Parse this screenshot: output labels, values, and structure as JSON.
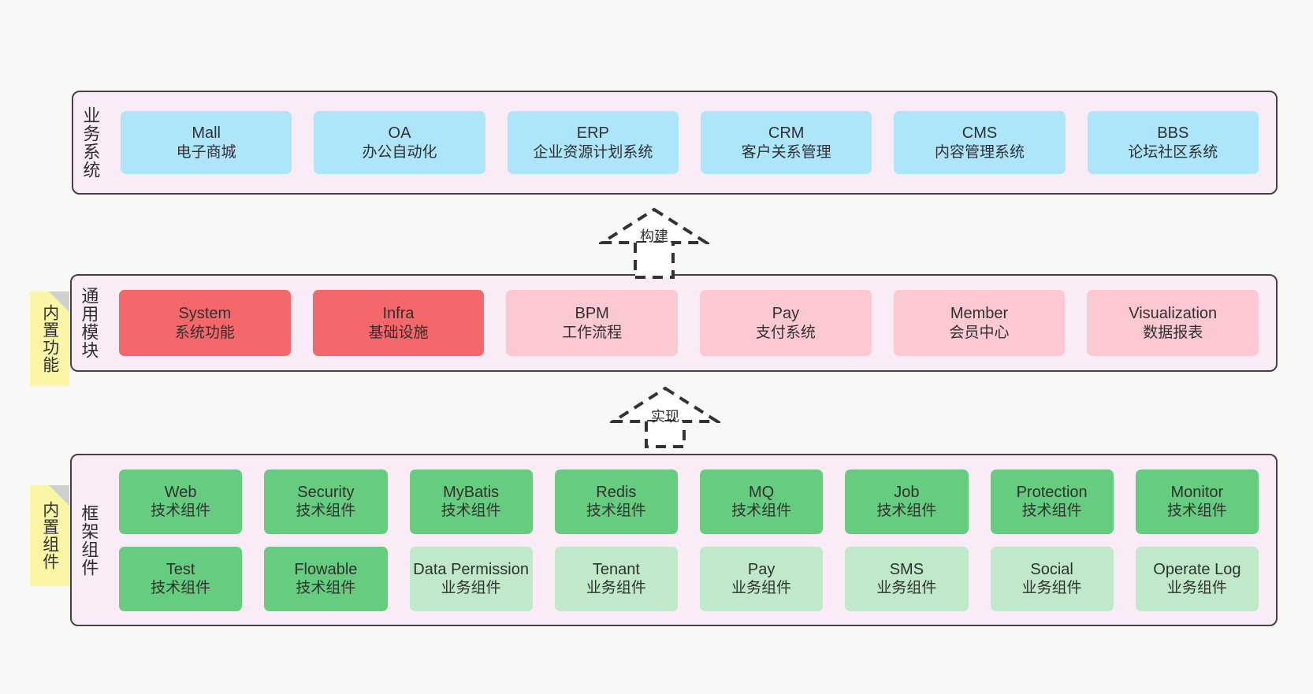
{
  "diagram": {
    "background": "#f8f8f7",
    "panel_bg": "#f9ecf6",
    "panel_border": "#4a3f46",
    "sticky_bg": "#faf6a5",
    "colors": {
      "blue": "#ade5fb",
      "red": "#f4676b",
      "pink": "#fcc9d2",
      "green": "#66cc7f",
      "light_green": "#bfe9c8"
    }
  },
  "layers": {
    "business": {
      "title": "业务系统",
      "cards": [
        {
          "title": "Mall",
          "sub": "电子商城",
          "color": "blue"
        },
        {
          "title": "OA",
          "sub": "办公自动化",
          "color": "blue"
        },
        {
          "title": "ERP",
          "sub": "企业资源计划系统",
          "color": "blue"
        },
        {
          "title": "CRM",
          "sub": "客户关系管理",
          "color": "blue"
        },
        {
          "title": "CMS",
          "sub": "内容管理系统",
          "color": "blue"
        },
        {
          "title": "BBS",
          "sub": "论坛社区系统",
          "color": "blue"
        }
      ]
    },
    "module": {
      "title": "通用模块",
      "sticky": "内置功能",
      "cards": [
        {
          "title": "System",
          "sub": "系统功能",
          "color": "red"
        },
        {
          "title": "Infra",
          "sub": "基础设施",
          "color": "red"
        },
        {
          "title": "BPM",
          "sub": "工作流程",
          "color": "pink"
        },
        {
          "title": "Pay",
          "sub": "支付系统",
          "color": "pink"
        },
        {
          "title": "Member",
          "sub": "会员中心",
          "color": "pink"
        },
        {
          "title": "Visualization",
          "sub": "数据报表",
          "color": "pink"
        }
      ]
    },
    "framework": {
      "title": "框架组件",
      "sticky": "内置组件",
      "row1": [
        {
          "title": "Web",
          "sub": "技术组件",
          "color": "green"
        },
        {
          "title": "Security",
          "sub": "技术组件",
          "color": "green"
        },
        {
          "title": "MyBatis",
          "sub": "技术组件",
          "color": "green"
        },
        {
          "title": "Redis",
          "sub": "技术组件",
          "color": "green"
        },
        {
          "title": "MQ",
          "sub": "技术组件",
          "color": "green"
        },
        {
          "title": "Job",
          "sub": "技术组件",
          "color": "green"
        },
        {
          "title": "Protection",
          "sub": "技术组件",
          "color": "green"
        },
        {
          "title": "Monitor",
          "sub": "技术组件",
          "color": "green"
        }
      ],
      "row2": [
        {
          "title": "Test",
          "sub": "技术组件",
          "color": "green"
        },
        {
          "title": "Flowable",
          "sub": "技术组件",
          "color": "green"
        },
        {
          "title": "Data Permission",
          "sub": "业务组件",
          "color": "light_green"
        },
        {
          "title": "Tenant",
          "sub": "业务组件",
          "color": "light_green"
        },
        {
          "title": "Pay",
          "sub": "业务组件",
          "color": "light_green"
        },
        {
          "title": "SMS",
          "sub": "业务组件",
          "color": "light_green"
        },
        {
          "title": "Social",
          "sub": "业务组件",
          "color": "light_green"
        },
        {
          "title": "Operate Log",
          "sub": "业务组件",
          "color": "light_green"
        }
      ]
    }
  },
  "arrows": [
    {
      "label": "构建"
    },
    {
      "label": "实现"
    }
  ]
}
